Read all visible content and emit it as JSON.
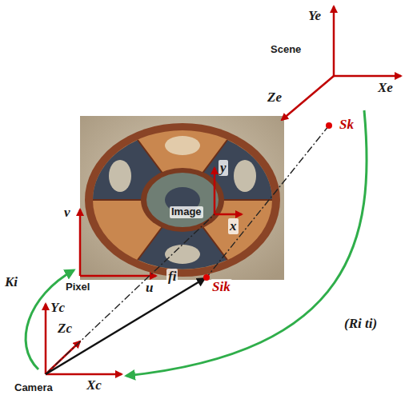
{
  "diagram": {
    "labels": [
      "Ye",
      "Scene",
      "Xe",
      "Ze",
      "Sk",
      "Image",
      "y",
      "x",
      "Sik",
      "fi",
      "v",
      "u",
      "Pixel",
      "Ki",
      "Yc",
      "Zc",
      "Xc",
      "Camera",
      "(Ri ti)"
    ]
  }
}
